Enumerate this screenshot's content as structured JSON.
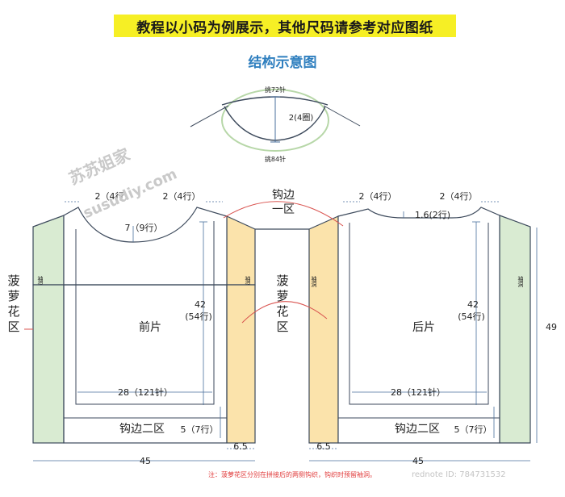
{
  "banner": "教程以小码为例展示，其他尺码请参考对应图纸",
  "title": "结构示意图",
  "collar": {
    "top_label": "挑72针",
    "bottom_label": "挑84针",
    "rows_label": "2(4圈)"
  },
  "front": {
    "shoulder_left": "2（4行）",
    "shoulder_right": "2（4行）",
    "neck_depth": "7（9行）",
    "height": "42",
    "height_rows": "(54行)",
    "piece": "前片",
    "width": "28（121针）",
    "bottom_rows": "5（7行）",
    "crochet_zone_2": "钩边二区",
    "armhole_label": "袖洞",
    "side_armhole_label": "袖洞"
  },
  "back": {
    "shoulder_left": "2（4行）",
    "shoulder_right": "2（4行）",
    "neck_depth": "1.6(2行)",
    "height": "42",
    "height_rows": "(54行)",
    "piece": "后片",
    "width": "28（121针）",
    "bottom_rows": "5（7行）",
    "crochet_zone_2": "钩边二区",
    "armhole_label": "袖洞",
    "side_armhole_label": "袖洞"
  },
  "crochet_zone_1": [
    "钩边",
    "一区"
  ],
  "pineapple_left": [
    "菠",
    "萝",
    "花",
    "区"
  ],
  "pineapple_mid": [
    "菠",
    "萝",
    "花",
    "区"
  ],
  "dims": {
    "strip_left": "6.5",
    "strip_right": "6.5",
    "total_left": "45",
    "total_right": "45",
    "total_height": "49"
  },
  "note": "注：菠萝花区分别在拼接后的两侧钩织，钩织时预留袖洞。",
  "watermark_site": "susudiy.com",
  "watermark_cn": "苏苏姐家",
  "watermark_rednote": "rednote ID: 784731532",
  "colors": {
    "green_panel": "#d9ebd2",
    "yellow_panel": "#fbe3ab",
    "line_blue": "#4a6f9c",
    "red_arc": "#d9534f",
    "banner_yellow": "#f6ef25",
    "title_blue": "#2f7fbf"
  }
}
